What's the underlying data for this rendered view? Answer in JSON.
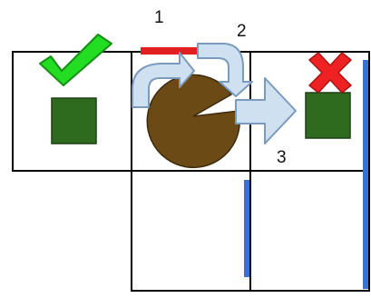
{
  "labels": {
    "step_1": "1",
    "step_2": "2",
    "step_3": "3"
  },
  "colors": {
    "grid_line": "#000000",
    "block_square": "#2e6b1f",
    "block_square_border": "#1c3f14",
    "pacman_body": "#6b4a16",
    "pacman_border": "#3d2a0c",
    "arrow_fill": "#cfe0f1",
    "arrow_stroke": "#7a9bbd",
    "wall_blue": "#3a6fd8",
    "wall_red": "#e02020",
    "check_green": "#22dd22",
    "cross_red": "#ee2222"
  },
  "icons": {
    "success": "check-mark-icon",
    "failure": "cross-mark-icon"
  }
}
